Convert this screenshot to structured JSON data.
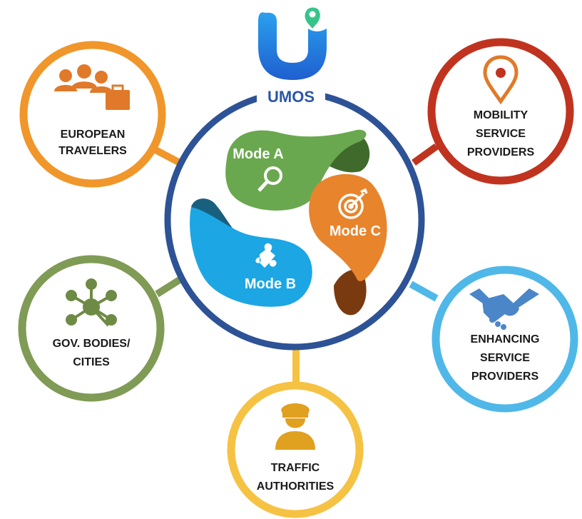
{
  "brand": {
    "name": "UMOS"
  },
  "modes": [
    {
      "label": "Mode A",
      "icon": "magnifier-icon",
      "color": "#6aa84f",
      "shadow": "#3f6a2c"
    },
    {
      "label": "Mode B",
      "icon": "puzzle-icon",
      "color": "#1ca6e4",
      "shadow": "#19607f"
    },
    {
      "label": "Mode C",
      "icon": "target-icon",
      "color": "#e8842c",
      "shadow": "#7a3a10"
    }
  ],
  "stakeholders": [
    {
      "id": "travelers",
      "lines": [
        "EUROPEAN",
        "TRAVELERS"
      ],
      "icon": "people-briefcase-icon",
      "color": "#f0962a"
    },
    {
      "id": "msp",
      "lines": [
        "MOBILITY",
        "SERVICE",
        "PROVIDERS"
      ],
      "icon": "location-pin-icon",
      "color": "#c0331f"
    },
    {
      "id": "esp",
      "lines": [
        "ENHANCING",
        "SERVICE",
        "PROVIDERS"
      ],
      "icon": "handshake-icon",
      "color": "#4fb8e8"
    },
    {
      "id": "traffic",
      "lines": [
        "TRAFFIC",
        "AUTHORITIES"
      ],
      "icon": "police-officer-icon",
      "color": "#f6c243"
    },
    {
      "id": "gov",
      "lines": [
        "GOV. BODIES/",
        "CITIES"
      ],
      "icon": "network-hub-icon",
      "color": "#7f9b55"
    }
  ],
  "colors": {
    "hub_ring": "#2d5296",
    "logo_blue": "#2f7fdc",
    "logo_green": "#36c48a"
  }
}
